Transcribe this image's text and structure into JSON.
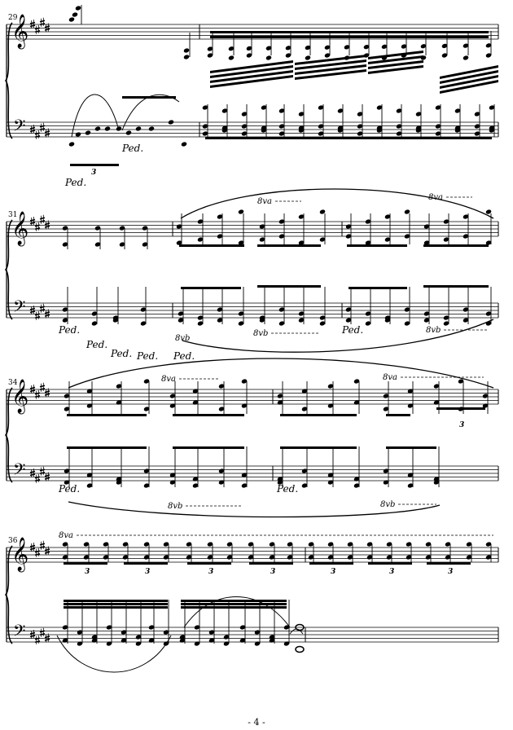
{
  "page_number": "- 4 -",
  "systems": [
    {
      "measure_number": "29"
    },
    {
      "measure_number": "31"
    },
    {
      "measure_number": "34"
    },
    {
      "measure_number": "36"
    }
  ],
  "octave_up": "8va",
  "octave_down": "8vb",
  "pedal": "Ped.",
  "triplet": "3",
  "key_signature": "E major (4 sharps)"
}
